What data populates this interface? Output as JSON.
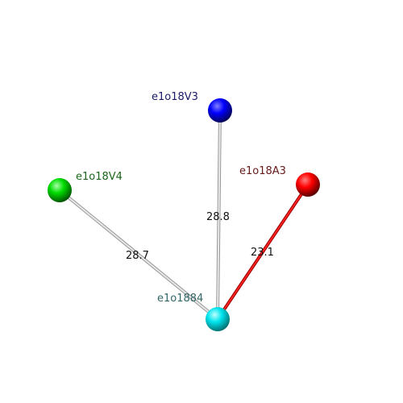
{
  "nodes": [
    {
      "id": "e1o18V3",
      "label": "e1o18V3",
      "label_color": "#1a1a66",
      "ball_color": "#0000ff",
      "ball_highlight": "#8080ff",
      "ball_shadow": "#000040"
    },
    {
      "id": "e1o18A3",
      "label": "e1o18A3",
      "label_color": "#661a1a",
      "ball_color": "#ff0000",
      "ball_highlight": "#ff8080",
      "ball_shadow": "#400000"
    },
    {
      "id": "e1o18V4",
      "label": "e1o18V4",
      "label_color": "#1a661a",
      "ball_color": "#00dd00",
      "ball_highlight": "#aaffaa",
      "ball_shadow": "#004000"
    },
    {
      "id": "e1o1884",
      "label": "e1o1884",
      "label_color": "#336666",
      "ball_color": "#00e5ee",
      "ball_highlight": "#c0ffff",
      "ball_shadow": "#006060"
    }
  ],
  "edges": [
    {
      "id": "edge-v3-1884",
      "from": "e1o18V3",
      "to": "e1o1884",
      "label": "28.8",
      "color": "#c8c8c8"
    },
    {
      "id": "edge-v4-1884",
      "from": "e1o18V4",
      "to": "e1o1884",
      "label": "28.7",
      "color": "#c8c8c8"
    },
    {
      "id": "edge-a3-1884",
      "from": "e1o18A3",
      "to": "e1o1884",
      "label": "23.1",
      "color": "#dd0000"
    }
  ]
}
